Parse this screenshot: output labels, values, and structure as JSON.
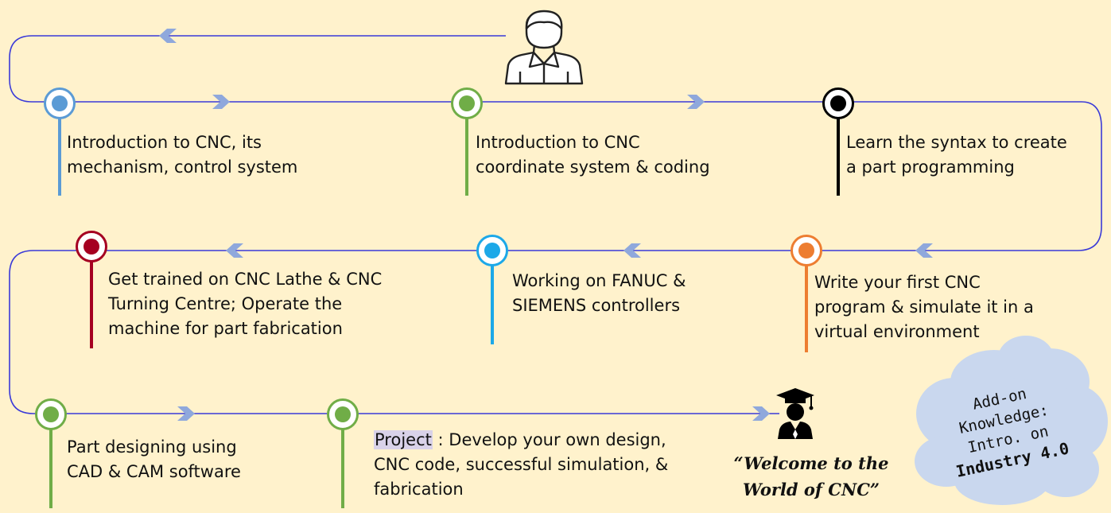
{
  "colors": {
    "background": "#fff2cc",
    "path_line": "#3a3ad8",
    "arrow": "#8fa8dc",
    "cloud": "#c9d7ee"
  },
  "steps": [
    {
      "lines": [
        "Introduction to CNC, its",
        "mechanism, control system"
      ],
      "color": "#5b9bd5",
      "stem_color": "#5b9bd5"
    },
    {
      "lines": [
        "Introduction to CNC",
        "coordinate system & coding"
      ],
      "color": "#70ad47",
      "stem_color": "#70ad47"
    },
    {
      "lines": [
        "Learn the syntax to create",
        "a part programming"
      ],
      "color": "#000000",
      "stem_color": "#000000"
    },
    {
      "lines": [
        "Write your first CNC",
        "program & simulate it in a",
        "virtual environment"
      ],
      "color": "#ed7d31",
      "stem_color": "#ed7d31"
    },
    {
      "lines": [
        "Working on FANUC &",
        "SIEMENS controllers"
      ],
      "color": "#1ca8e8",
      "stem_color": "#1ca8e8"
    },
    {
      "lines": [
        "Get trained on CNC Lathe & CNC",
        "Turning Centre; Operate the",
        "machine for part fabrication"
      ],
      "color": "#a50021",
      "stem_color": "#a50021"
    },
    {
      "lines": [
        "Part designing using",
        "CAD & CAM software"
      ],
      "color": "#70ad47",
      "stem_color": "#70ad47"
    },
    {
      "project_key": "Project",
      "lines": [
        " : Develop your own design,",
        "CNC code, successful simulation, &",
        "fabrication"
      ],
      "color": "#70ad47",
      "stem_color": "#70ad47"
    }
  ],
  "welcome": {
    "lines": [
      "“Welcome to the",
      "World of CNC”"
    ]
  },
  "addon": {
    "lines": [
      "Add-on",
      "Knowledge:",
      "Intro. on",
      "Industry 4.0"
    ]
  },
  "icons": {
    "start": "person-icon",
    "end": "graduate-icon"
  }
}
